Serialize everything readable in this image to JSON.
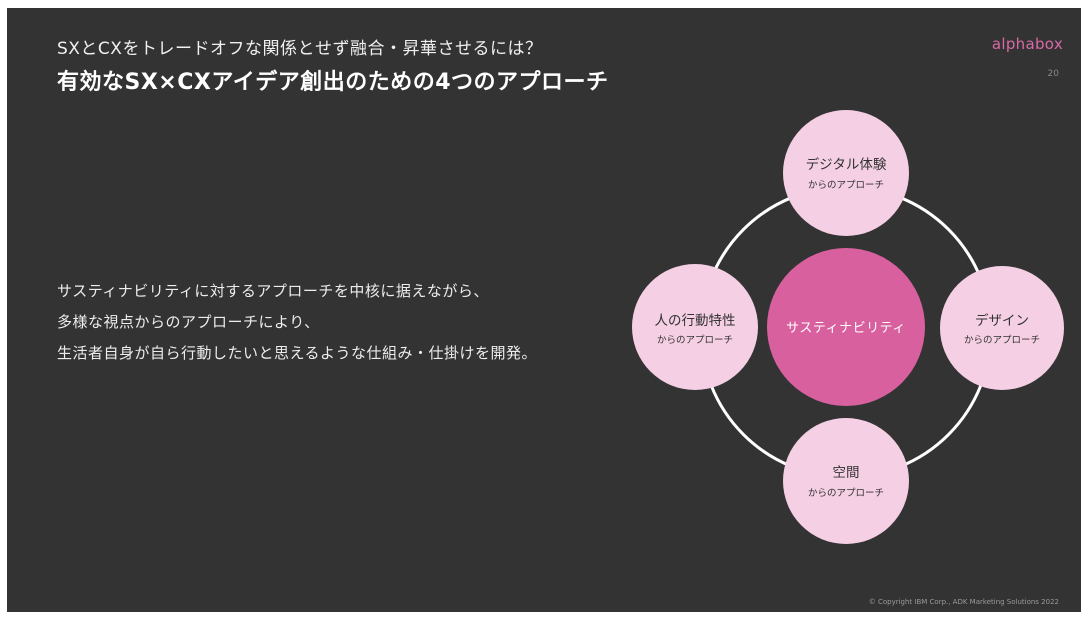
{
  "header": {
    "subtitle": "SXとCXをトレードオフな関係とせず融合・昇華させるには？",
    "title": "有効なSX×CXアイデア創出のための4つのアプローチ",
    "logo": "alphabox",
    "page_number": "20"
  },
  "body": {
    "lines": [
      "サスティナビリティに対するアプローチを中核に据えながら、",
      "多様な視点からのアプローチにより、",
      "生活者自身が自ら行動したいと思えるような仕組み・仕掛けを開発。"
    ]
  },
  "diagram": {
    "center": {
      "label": "サスティナビリティ"
    },
    "nodes": {
      "top": {
        "title": "デジタル体験",
        "sub": "からのアプローチ"
      },
      "right": {
        "title": "デザイン",
        "sub": "からのアプローチ"
      },
      "bottom": {
        "title": "空間",
        "sub": "からのアプローチ"
      },
      "left": {
        "title": "人の行動特性",
        "sub": "からのアプローチ"
      }
    },
    "colors": {
      "outer_node": "#f5cfe4",
      "center_node": "#d9609f",
      "ring": "#ffffff"
    }
  },
  "footer": {
    "copyright": "© Copyright IBM Corp., ADK Marketing Solutions 2022"
  }
}
